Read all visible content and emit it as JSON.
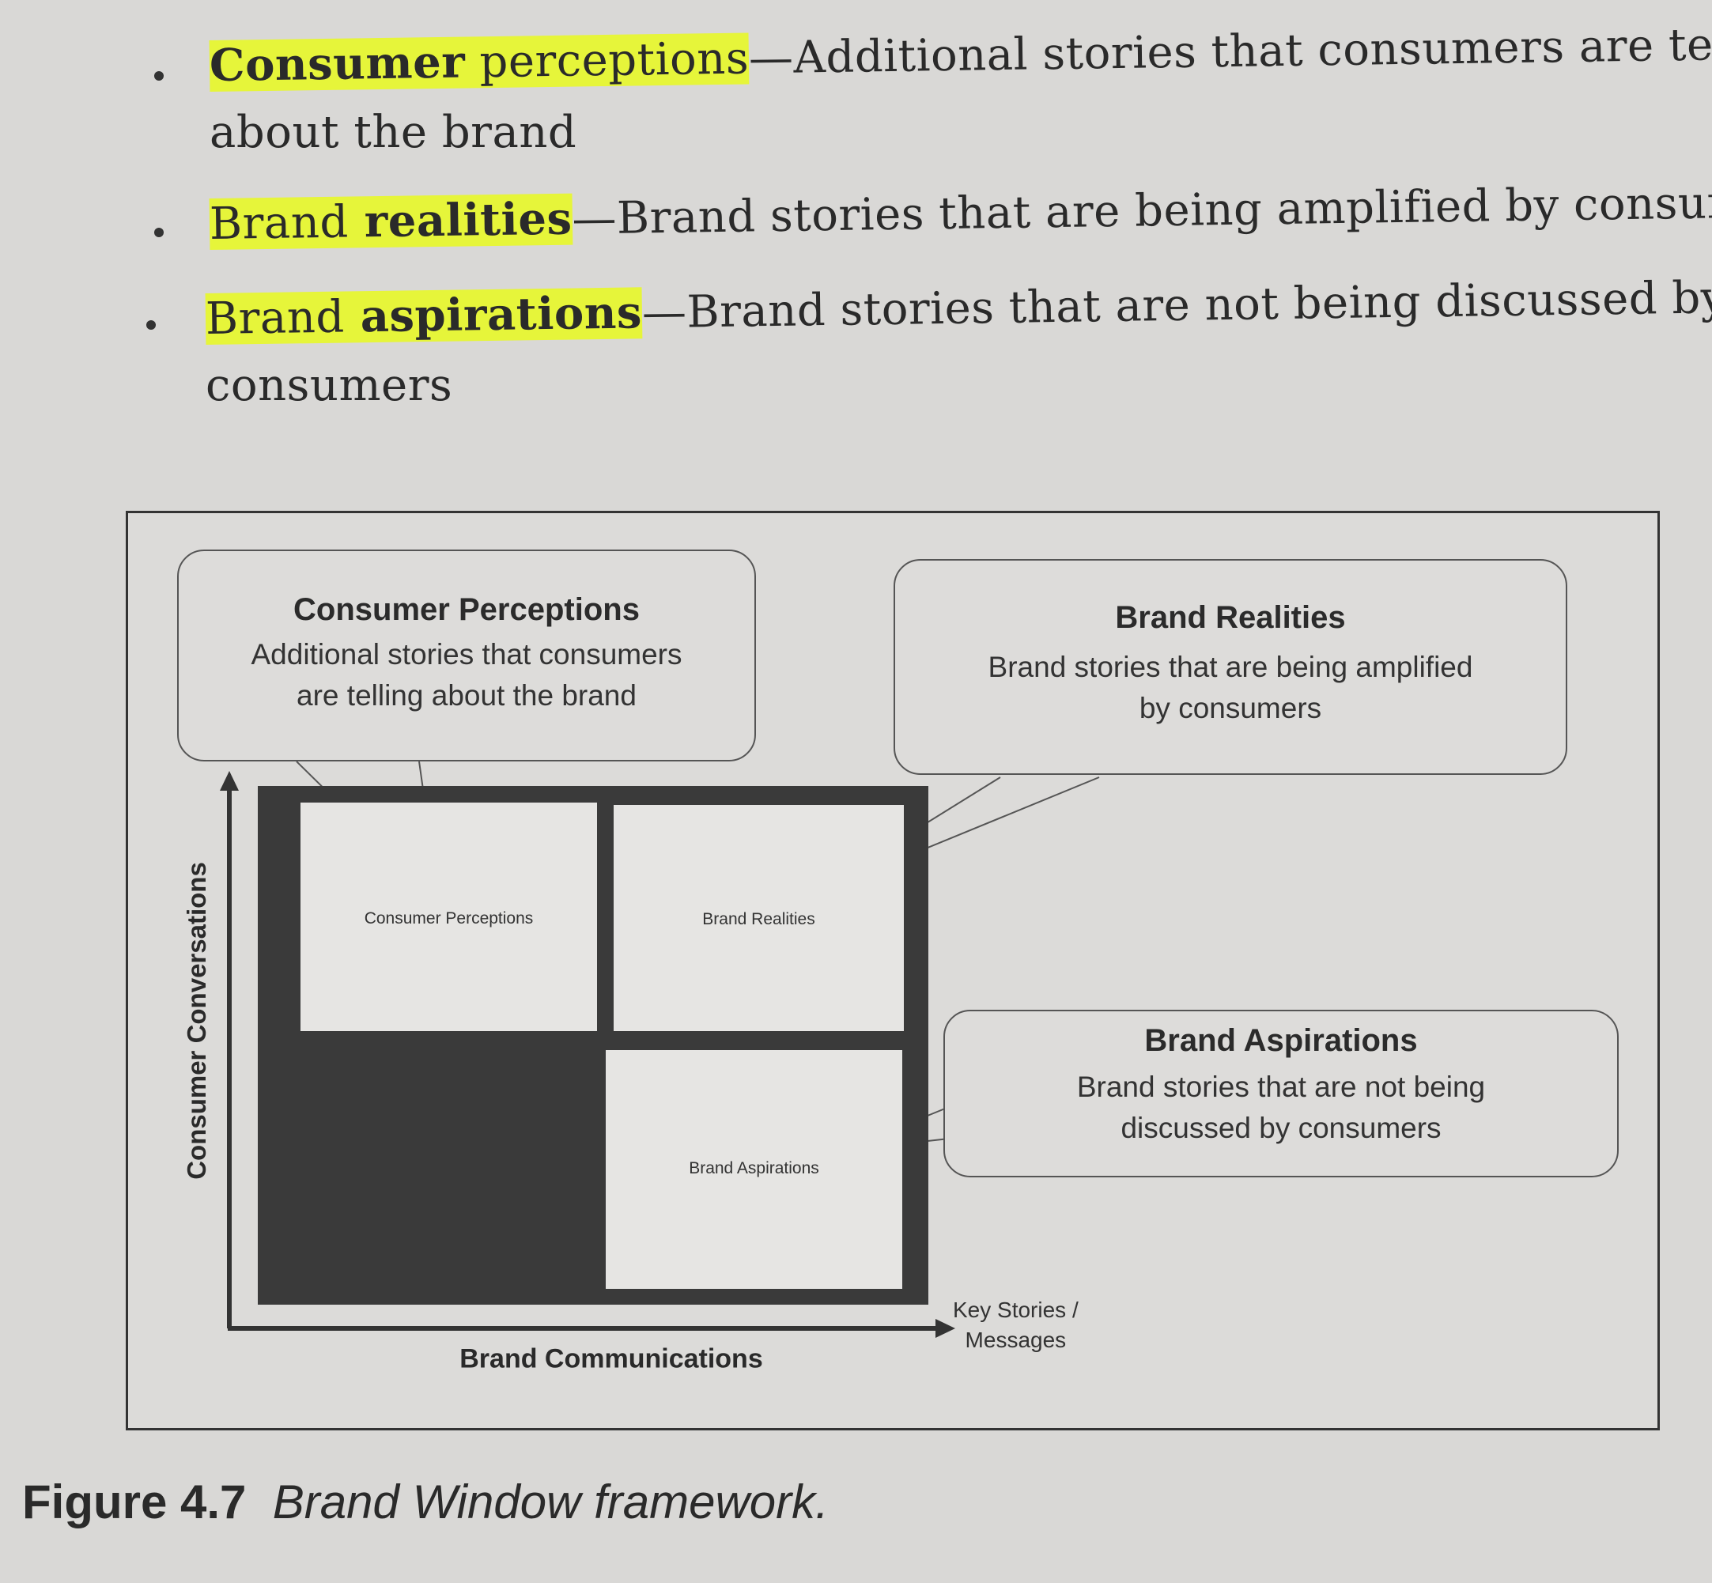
{
  "bullets": [
    {
      "term_a": "Consumer",
      "term_b": " perceptions",
      "rest": "—Additional stories that consumers are telling",
      "cont": "about the brand"
    },
    {
      "term_a": "Brand",
      "term_b": " realities",
      "rest": "—Brand stories that are being amplified by consumers",
      "cont": ""
    },
    {
      "term_a": "Brand",
      "term_b": " aspirations",
      "rest": "—Brand stories that are not being discussed by",
      "cont": "consumers"
    }
  ],
  "figure": {
    "callouts": [
      {
        "title": "Consumer Perceptions",
        "line1": "Additional stories that consumers",
        "line2": "are telling about the brand"
      },
      {
        "title": "Brand Realities",
        "line1": "Brand stories that are being amplified",
        "line2": "by consumers"
      },
      {
        "title": "Brand Aspirations",
        "line1": "Brand stories that are not being",
        "line2": "discussed by consumers"
      }
    ],
    "cells": {
      "cp": "Consumer Perceptions",
      "br": "Brand Realities",
      "ba": "Brand Aspirations"
    },
    "y_axis": "Consumer Conversations",
    "x_axis": "Brand Communications",
    "x_end_1": "Key Stories /",
    "x_end_2": "Messages"
  },
  "caption": {
    "label": "Figure 4.7",
    "text": "Brand Window framework."
  }
}
